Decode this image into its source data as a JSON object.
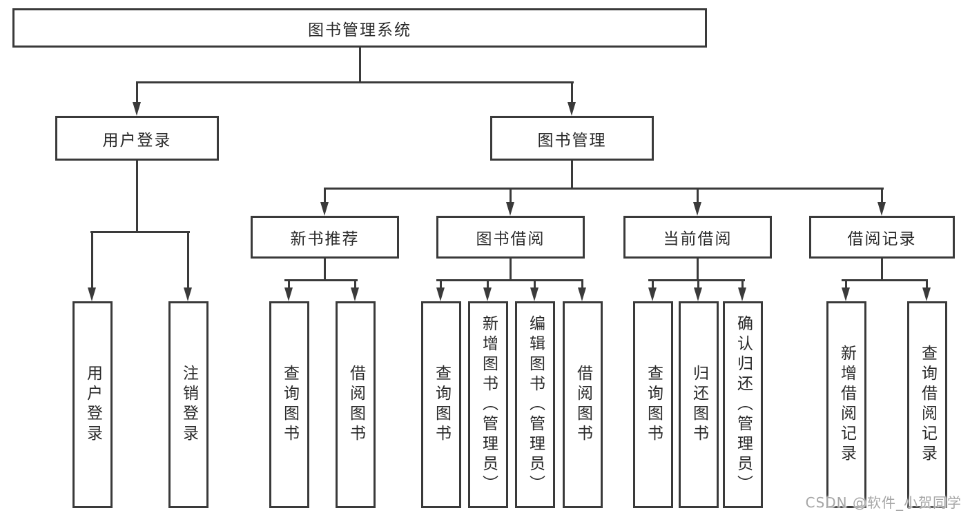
{
  "diagram_type": "functional-structure-tree",
  "colors": {
    "line": "#3a3a3a",
    "text": "#2a2a2a",
    "background": "#ffffff",
    "watermark": "#a6a6a6"
  },
  "tree": {
    "label": "图书管理系统",
    "children": [
      {
        "label": "用户登录",
        "children": [
          {
            "label": "用户登录"
          },
          {
            "label": "注销登录"
          }
        ]
      },
      {
        "label": "图书管理",
        "children": [
          {
            "label": "新书推荐",
            "children": [
              {
                "label": "查询图书"
              },
              {
                "label": "借阅图书"
              }
            ]
          },
          {
            "label": "图书借阅",
            "children": [
              {
                "label": "查询图书"
              },
              {
                "label": "新增图书（管理员）"
              },
              {
                "label": "编辑图书（管理员）"
              },
              {
                "label": "借阅图书"
              }
            ]
          },
          {
            "label": "当前借阅",
            "children": [
              {
                "label": "查询图书"
              },
              {
                "label": "归还图书"
              },
              {
                "label": "确认归还（管理员）"
              }
            ]
          },
          {
            "label": "借阅记录",
            "children": [
              {
                "label": "新增借阅记录"
              },
              {
                "label": "查询借阅记录"
              }
            ]
          }
        ]
      }
    ]
  },
  "watermark": {
    "text": "CSDN @软件_小贺同学"
  }
}
